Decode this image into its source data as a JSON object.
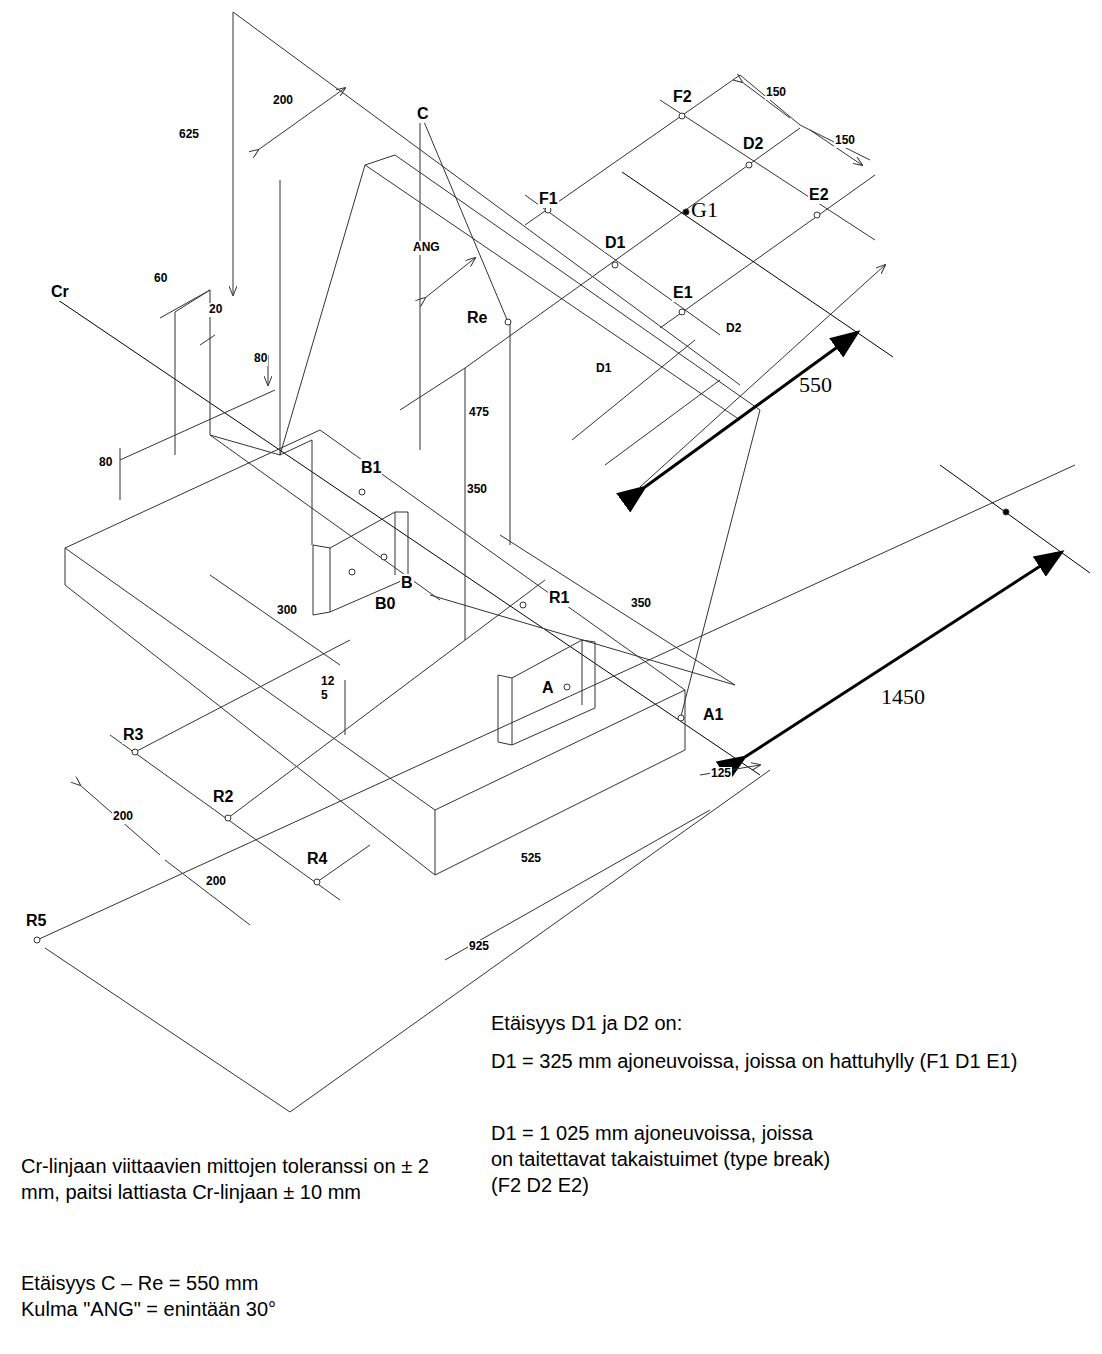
{
  "diagram": {
    "labels": [
      "625",
      "200",
      "C",
      "F2",
      "150",
      "150",
      "D2",
      "F1",
      "G1",
      "E2",
      "D1",
      "ANG",
      "60",
      "Cr",
      "20",
      "Re",
      "E1",
      "D2",
      "80",
      "D1",
      "550",
      "475",
      "80",
      "B1",
      "350",
      "B",
      "B0",
      "R1",
      "300",
      "350",
      "12 5",
      "A",
      "A1",
      "1450",
      "R3",
      "R2",
      "200",
      "125",
      "200",
      "R4",
      "525",
      "R5",
      "925",
      "Etäisyys D1 ja D2 on:",
      "D1 = 325 mm ajoneuvoissa, joissa on hattuhylly (F1 D1 E1)",
      "D1 = 1 025 mm ajoneuvoissa, joissa on taitettavat takaistuimet (type break) (F2 D2 E2)",
      "Cr-linjaan viittaavien mittojen toleranssi on ± 2 mm, paitsi lattiasta Cr-linjaan ± 10 mm",
      "Etäisyys C – Re = 550 mm",
      "Kulma \"ANG\" = enintään 30°"
    ]
  }
}
